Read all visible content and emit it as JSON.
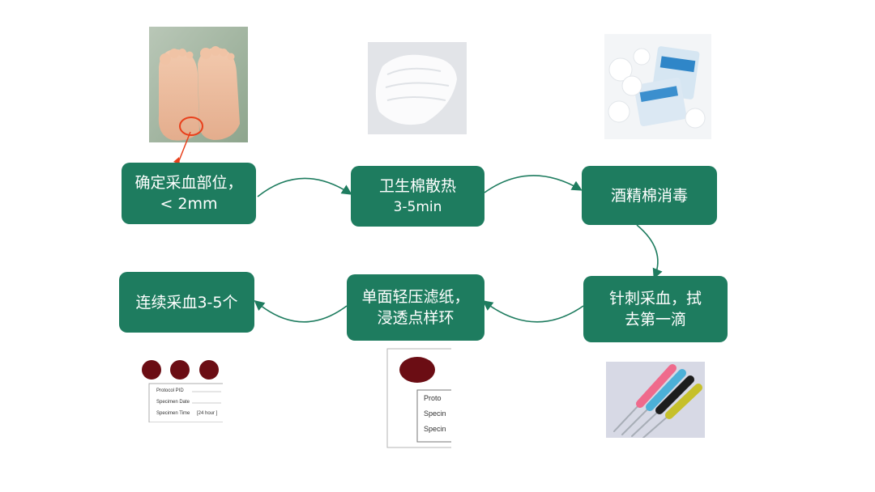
{
  "steps": [
    {
      "id": "step-1",
      "line1": "确定采血部位，",
      "line2": "< 2mm"
    },
    {
      "id": "step-2",
      "line1": "卫生棉散热",
      "line2": "3-5min"
    },
    {
      "id": "step-3",
      "line1": "酒精棉消毒"
    },
    {
      "id": "step-4",
      "line1": "针刺采血，拭",
      "line2": "去第一滴"
    },
    {
      "id": "step-5",
      "line1": "单面轻压滤纸，",
      "line2": "浸透点样环"
    },
    {
      "id": "step-6",
      "line1": "连续采血3-5个"
    }
  ],
  "card_small": {
    "field1": "Protocol PID",
    "field2": "Specimen Date",
    "field3": "Specimen Time",
    "field3_hint": "[24 hour ]"
  },
  "card_large": {
    "field1": "Proto",
    "field2": "Specin",
    "field3": "Specin"
  },
  "colors": {
    "box": "#1e7c5f",
    "arrow": "#1e7c5f",
    "blood_spot": "#6b0d14",
    "highlight_circle": "#e8401c"
  }
}
